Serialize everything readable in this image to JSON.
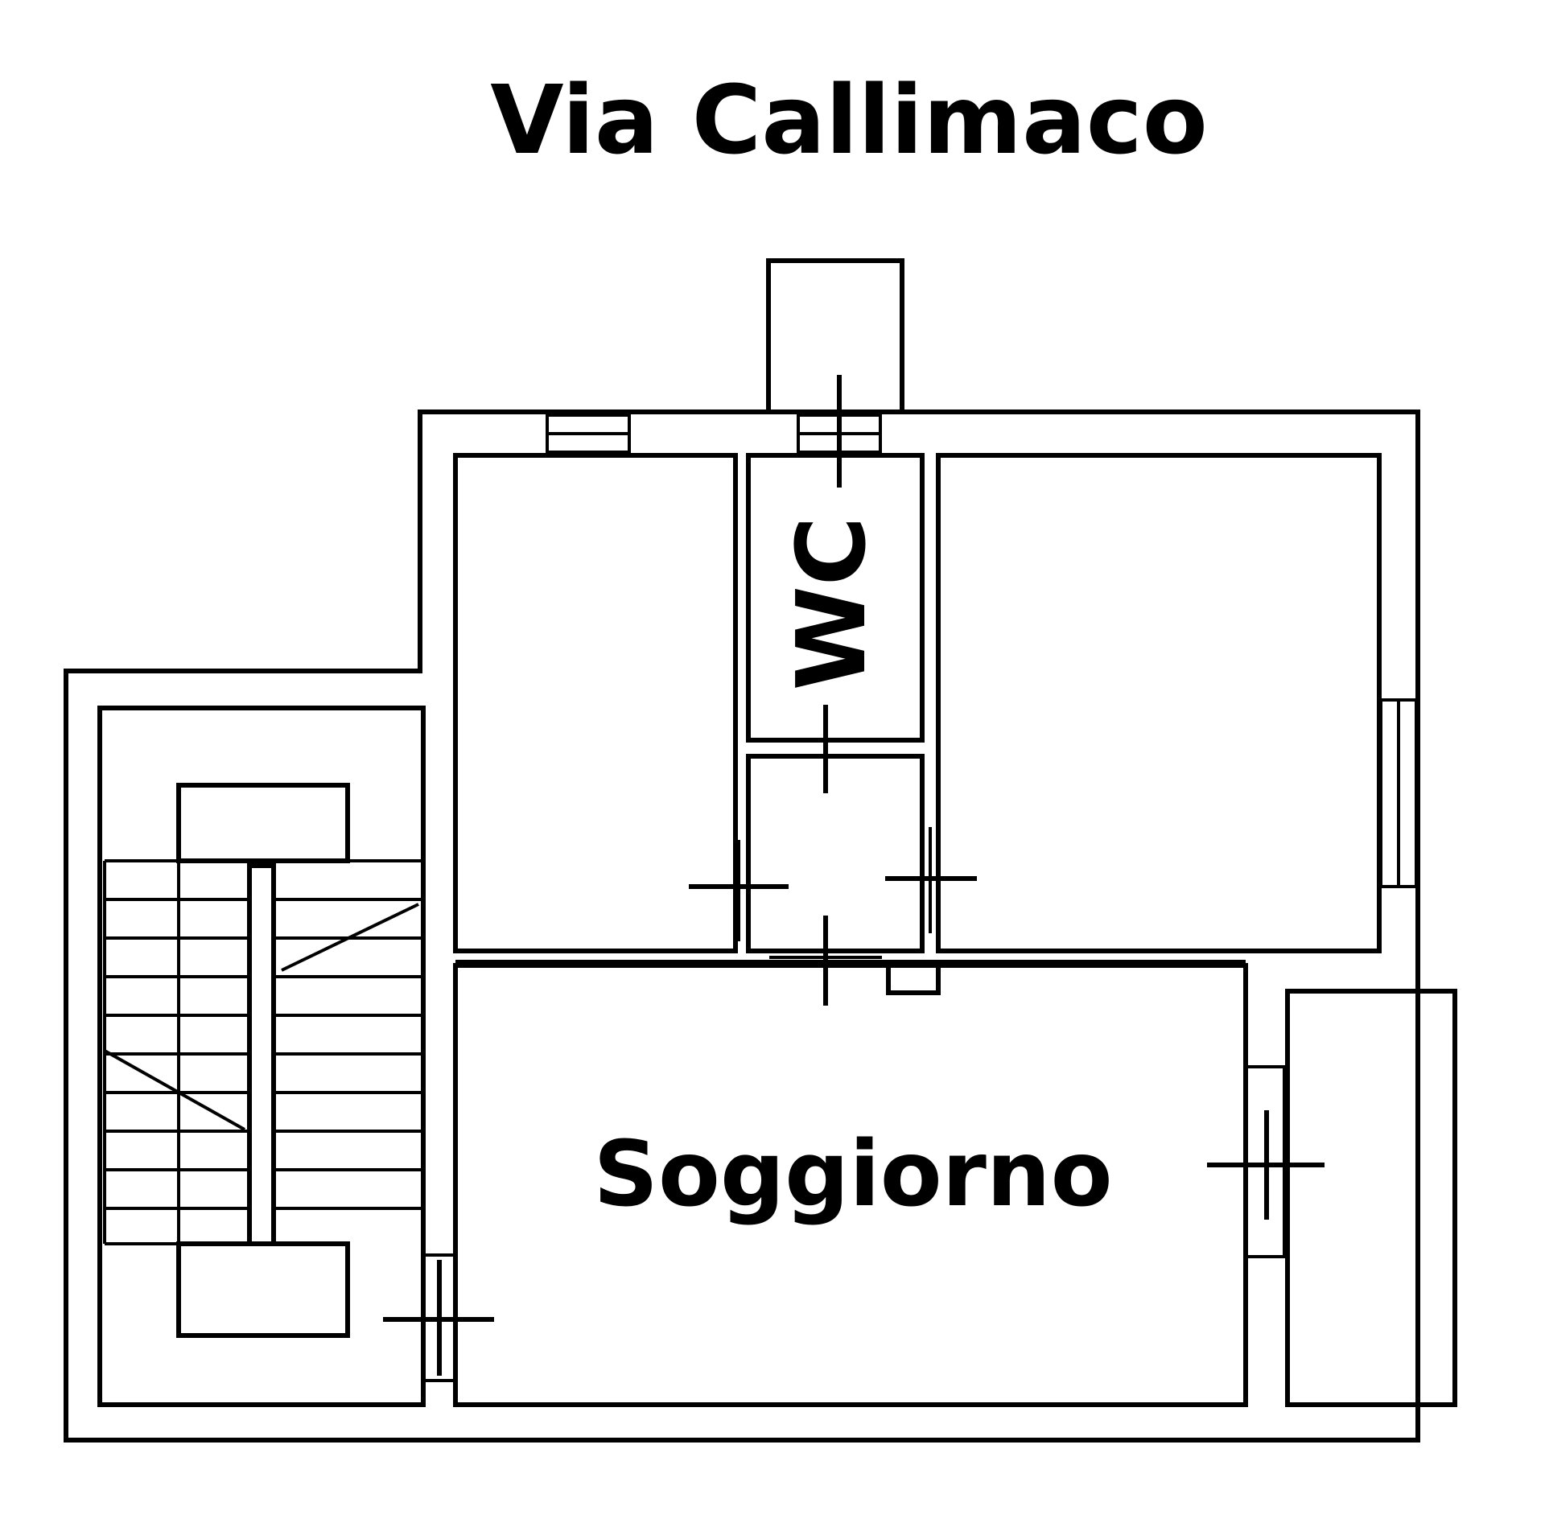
{
  "plan": {
    "street_label": "Via Callimaco",
    "wc_label": "WC",
    "living_label": "Soggiorno"
  },
  "colors": {
    "line": "#000000",
    "background": "#ffffff"
  }
}
